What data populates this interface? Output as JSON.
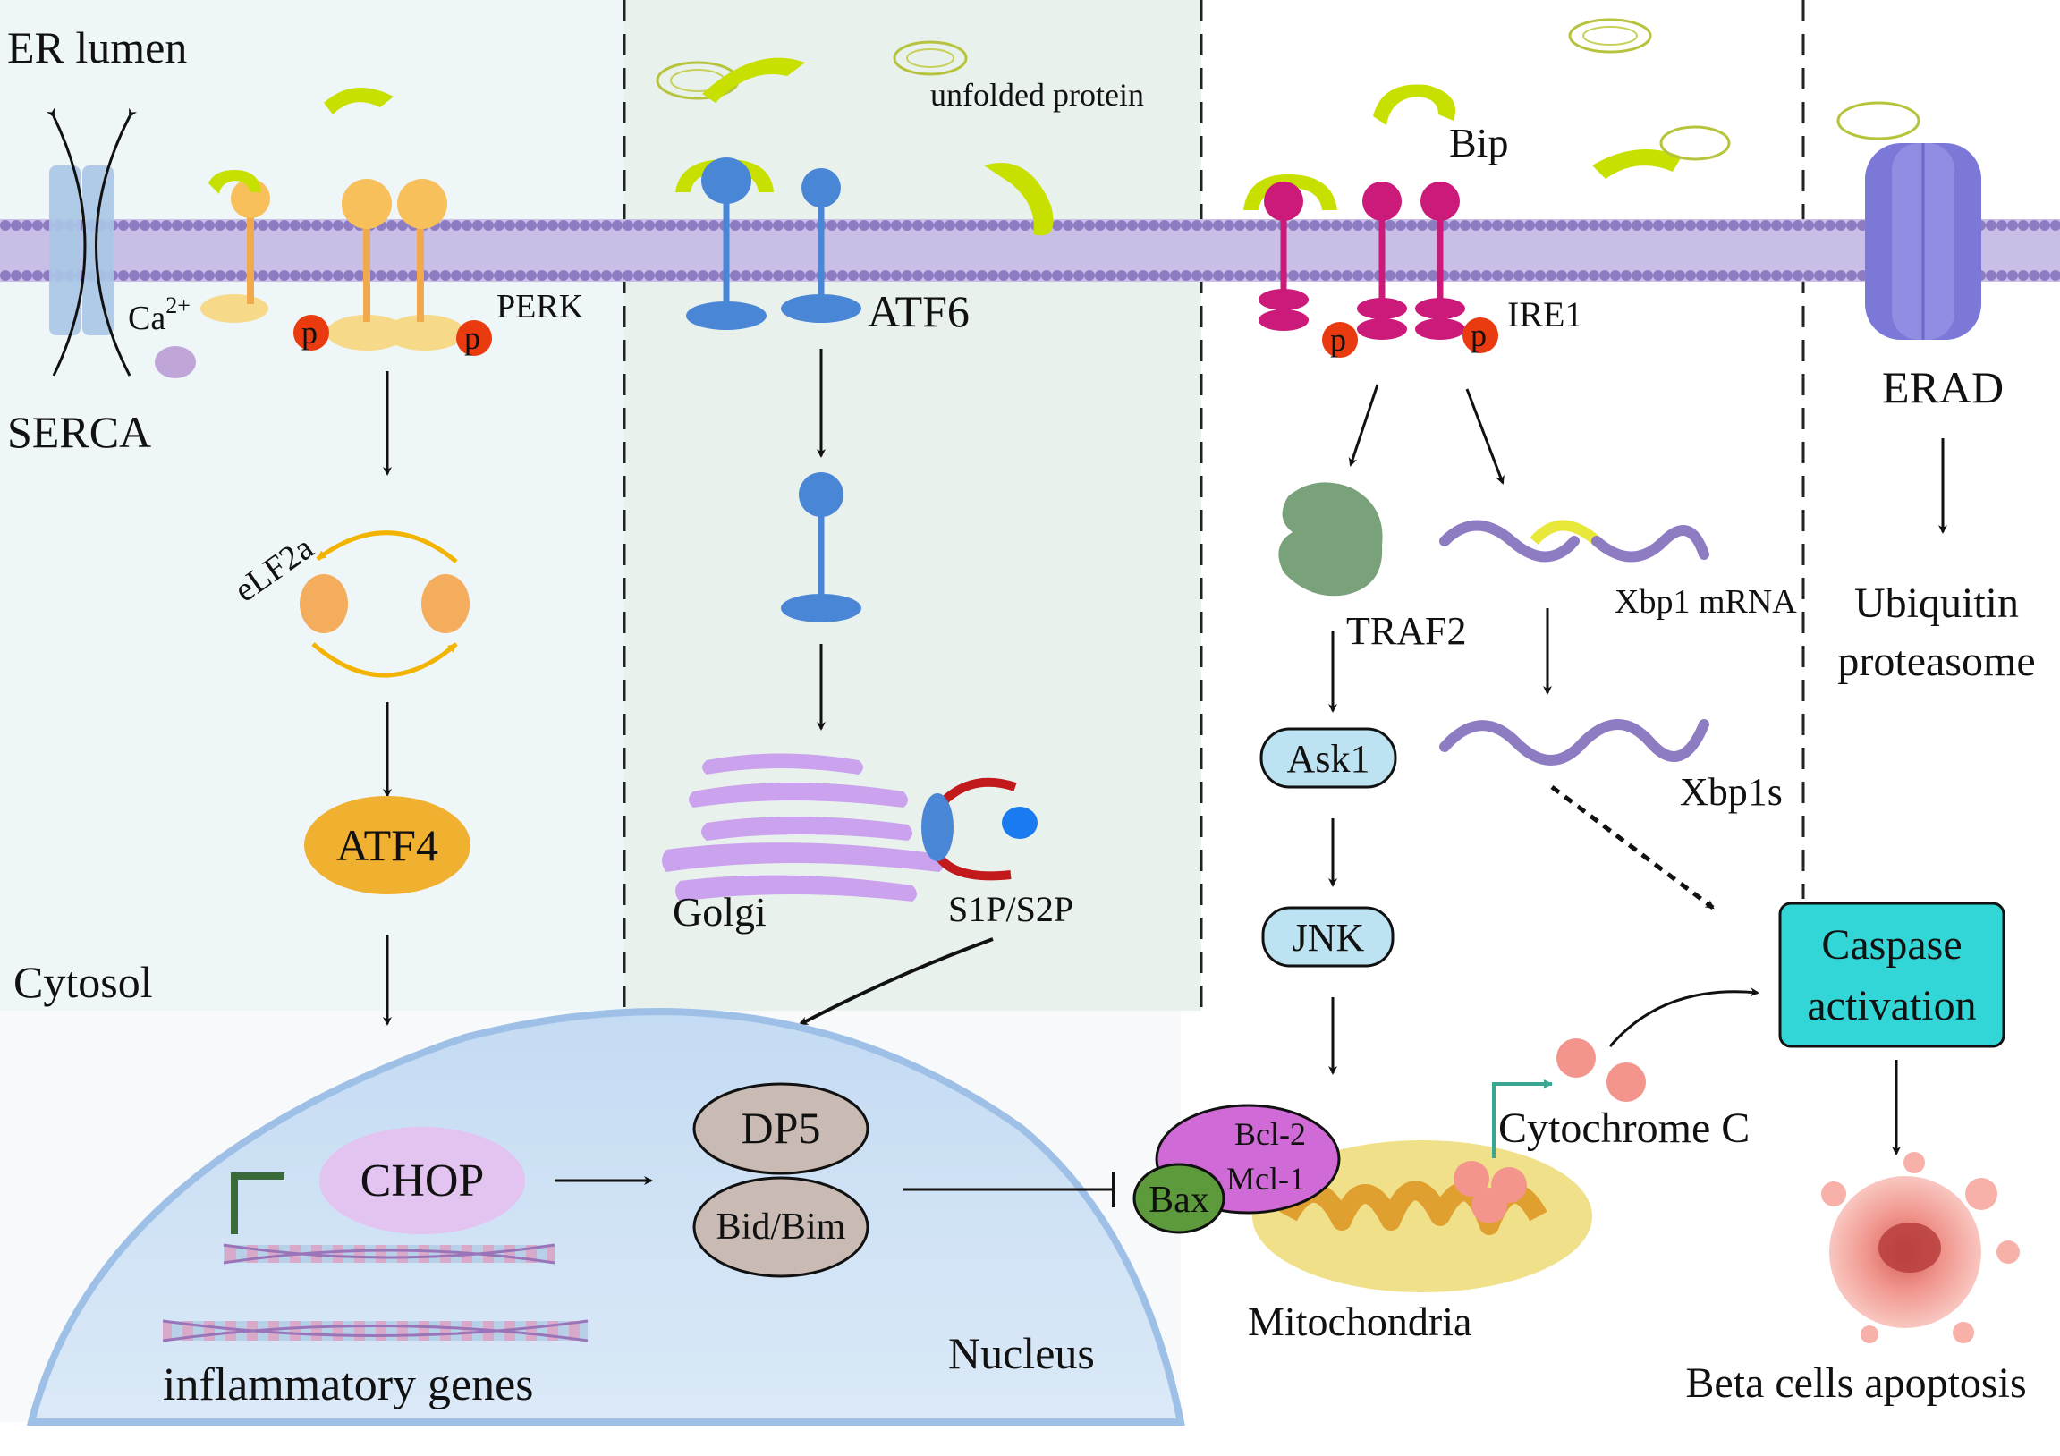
{
  "regions": {
    "er_lumen": "ER lumen",
    "cytosol": "Cytosol",
    "nucleus": "Nucleus"
  },
  "perk_branch": {
    "serca": "SERCA",
    "calcium": "Ca",
    "calcium_charge": "2+",
    "phospho": "p",
    "perk": "PERK",
    "eif2a": "eLF2a",
    "atf4": "ATF4"
  },
  "atf6_branch": {
    "unfolded_protein": "unfolded protein",
    "atf6": "ATF6",
    "golgi": "Golgi",
    "proteases": "S1P/S2P"
  },
  "ire1_branch": {
    "bip": "Bip",
    "ire1": "IRE1",
    "phospho": "p",
    "traf2": "TRAF2",
    "xbp1_mrna": "Xbp1 mRNA",
    "xbp1s": "Xbp1s",
    "ask1": "Ask1",
    "jnk": "JNK"
  },
  "erad_branch": {
    "erad": "ERAD",
    "ubiquitin_line1": "Ubiquitin",
    "ubiquitin_line2": "proteasome"
  },
  "nucleus_content": {
    "chop": "CHOP",
    "dp5": "DP5",
    "bid_bim": "Bid/Bim",
    "inflammatory_genes": "inflammatory genes"
  },
  "apoptosis": {
    "bcl2": "Bcl-2",
    "mcl1": "Mcl-1",
    "bax": "Bax",
    "mitochondria": "Mitochondria",
    "cytochrome_c": "Cytochrome C",
    "caspase_line1": "Caspase",
    "caspase_line2": "activation",
    "beta_cells": "Beta cells apoptosis"
  },
  "colors": {
    "membrane": "#8e7cc3",
    "perk": "#f0a94c",
    "atf6": "#4a86d6",
    "ire1": "#cc1a7a",
    "bip": "#c8e000",
    "atf4": "#f0b030",
    "caspase": "#33d6d6",
    "chop": "#e3c3f0",
    "dp5": "#c9bbb4",
    "bcl": "#d06ad6",
    "bax": "#5c9a3c",
    "erad": "#7b78d8"
  }
}
